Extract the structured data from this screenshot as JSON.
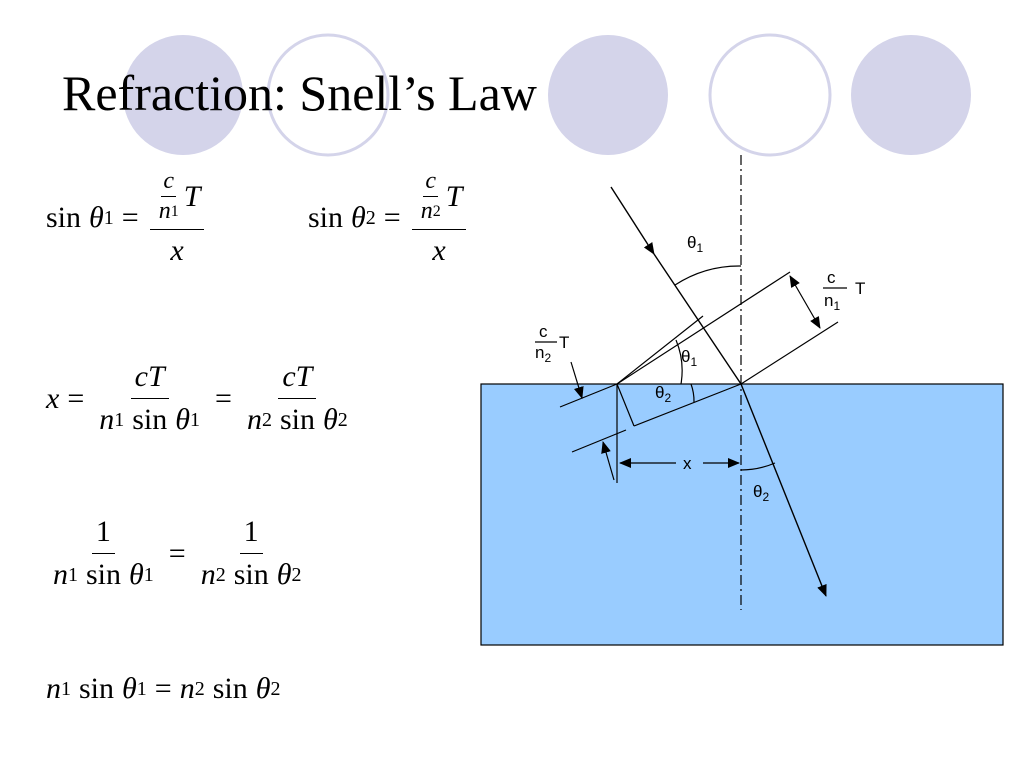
{
  "slide": {
    "title": "Refraction: Snell’s Law"
  },
  "theme": {
    "circle_fill": "#d4d4ea",
    "circle_stroke": "#d4d4ea",
    "water_fill": "#99ccff",
    "line_color": "#000000"
  },
  "equations": {
    "eq1": {
      "lhs_func": "sin",
      "lhs_var": "θ",
      "lhs_sub": "1",
      "c": "c",
      "n": "n",
      "n_sub": "1",
      "T": "T",
      "x": "x",
      "eq": "="
    },
    "eq2": {
      "lhs_func": "sin",
      "lhs_var": "θ",
      "lhs_sub": "2",
      "c": "c",
      "n": "n",
      "n_sub": "2",
      "T": "T",
      "x": "x",
      "eq": "="
    },
    "eq3": {
      "x": "x",
      "eq": "=",
      "cT": "cT",
      "n": "n",
      "sub1": "1",
      "sub2": "2",
      "sin": "sin",
      "theta": "θ"
    },
    "eq4": {
      "one": "1",
      "eq": "=",
      "n": "n",
      "sub1": "1",
      "sub2": "2",
      "sin": "sin",
      "theta": "θ"
    },
    "eq5": {
      "n": "n",
      "sub1": "1",
      "sub2": "2",
      "sin": "sin",
      "theta": "θ",
      "eq": "="
    }
  },
  "diagram": {
    "theta": "θ",
    "sub1": "1",
    "sub2": "2",
    "c": "c",
    "n": "n",
    "T": "T",
    "x": "x"
  }
}
